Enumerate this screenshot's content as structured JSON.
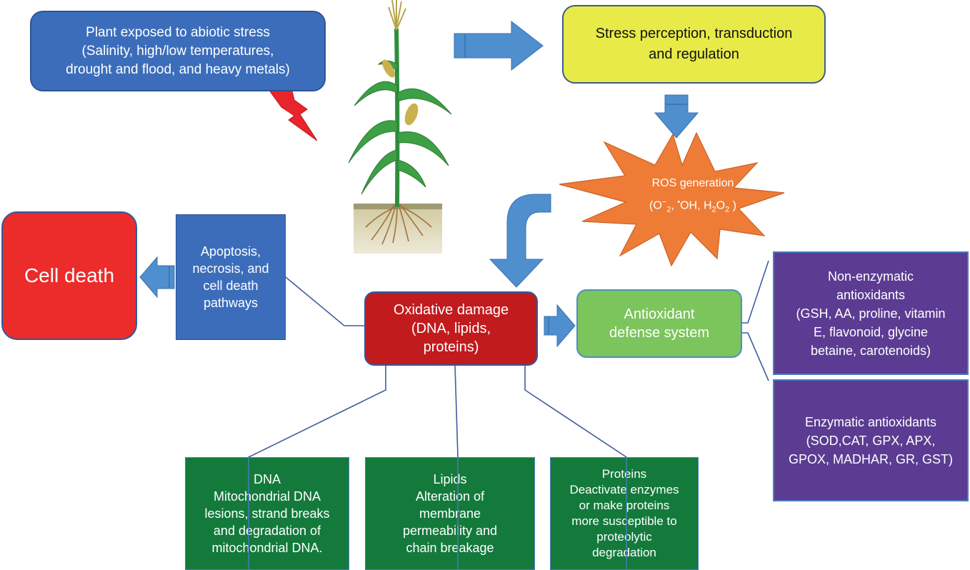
{
  "stress_box": {
    "text": "Plant exposed to abiotic stress\n(Salinity, high/low temperatures,\ndrought and flood, and heavy metals)"
  },
  "perception_box": {
    "text": "Stress perception, transduction\nand regulation"
  },
  "ros_box": {
    "title": "ROS generation",
    "formula": {
      "open": "(O",
      "o_sup": "−",
      "o_sub": "2",
      "sep": ", ",
      "oh_dot": "•",
      "oh": "OH, H",
      "h_sub": "2",
      "o2": "O",
      "o2_sub": "2",
      "close": " )"
    }
  },
  "cell_death_box": {
    "text": "Cell death"
  },
  "apoptosis_box": {
    "text": "Apoptosis,\nnecrosis, and\ncell death\npathways"
  },
  "oxidative_box": {
    "text": "Oxidative damage\n(DNA, lipids,\nproteins)"
  },
  "antioxidant_box": {
    "text": "Antioxidant\ndefense  system"
  },
  "nonenzymatic_box": {
    "text": "Non-enzymatic\nantioxidants\n(GSH, AA, proline, vitamin\nE, flavonoid, glycine\nbetaine, carotenoids)"
  },
  "enzymatic_box": {
    "text": "Enzymatic antioxidants\n(SOD,CAT, GPX, APX,\nGPOX, MADHAR, GR, GST)"
  },
  "dna_box": {
    "text": "DNA\nMitochondrial DNA\nlesions, strand breaks\nand degradation of\nmitochondrial DNA."
  },
  "lipids_box": {
    "text": "Lipids\nAlteration of\nmembrane\npermeability and\nchain breakage"
  },
  "proteins_box": {
    "text": "Proteins\nDeactivate enzymes\nor make proteins\nmore susceptible to\nproteolytic\ndegradation"
  },
  "colors": {
    "blue_box": "#3b6dbb",
    "yellow_box": "#e8eb47",
    "ros_star": "#ef7c36",
    "cell_death": "#ec2b2b",
    "oxidative": "#c11b1e",
    "antioxidant": "#7cc45c",
    "purple_box": "#5b3c92",
    "green_box": "#137a3c",
    "arrow": "#4f8fce",
    "lightning": "#e8252b"
  }
}
